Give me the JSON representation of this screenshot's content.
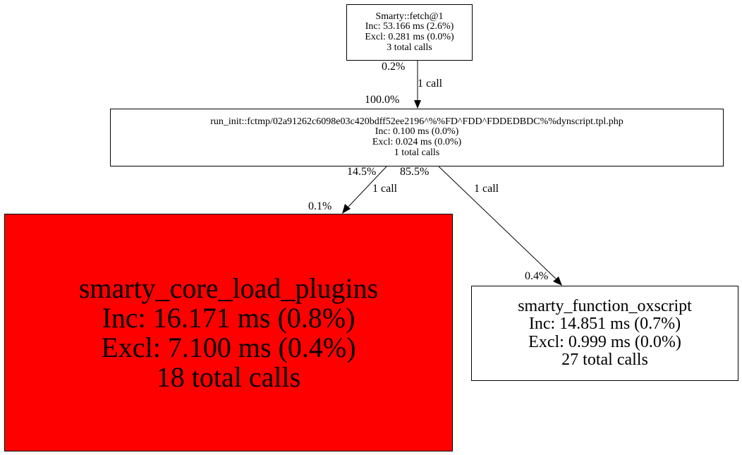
{
  "nodes": [
    {
      "name": "Smarty::fetch@1",
      "inc": "Inc: 53.166 ms (2.6%)",
      "excl": "Excl: 0.281 ms (0.0%)",
      "calls": "3 total calls"
    },
    {
      "name": "run_init::fctmp/02a91262c6098e03c420bdff52ee2196^%%FD^FDD^FDDEDBDC%%dynscript.tpl.php",
      "inc": "Inc: 0.100 ms (0.0%)",
      "excl": "Excl: 0.024 ms (0.0%)",
      "calls": "1 total calls"
    },
    {
      "name": "smarty_core_load_plugins",
      "inc": "Inc: 16.171 ms (0.8%)",
      "excl": "Excl: 7.100 ms (0.4%)",
      "calls": "18 total calls",
      "fill": "#ff0000"
    },
    {
      "name": "smarty_function_oxscript",
      "inc": "Inc: 14.851 ms (0.7%)",
      "excl": "Excl: 0.999 ms (0.0%)",
      "calls": "27 total calls"
    }
  ],
  "edges": [
    {
      "tail": "0.2%",
      "label": "1 call",
      "head": "100.0%"
    },
    {
      "tail": "14.5%",
      "label": "1 call",
      "head": "0.1%"
    },
    {
      "tail": "85.5%",
      "label": "1 call",
      "head": "0.4%"
    }
  ]
}
